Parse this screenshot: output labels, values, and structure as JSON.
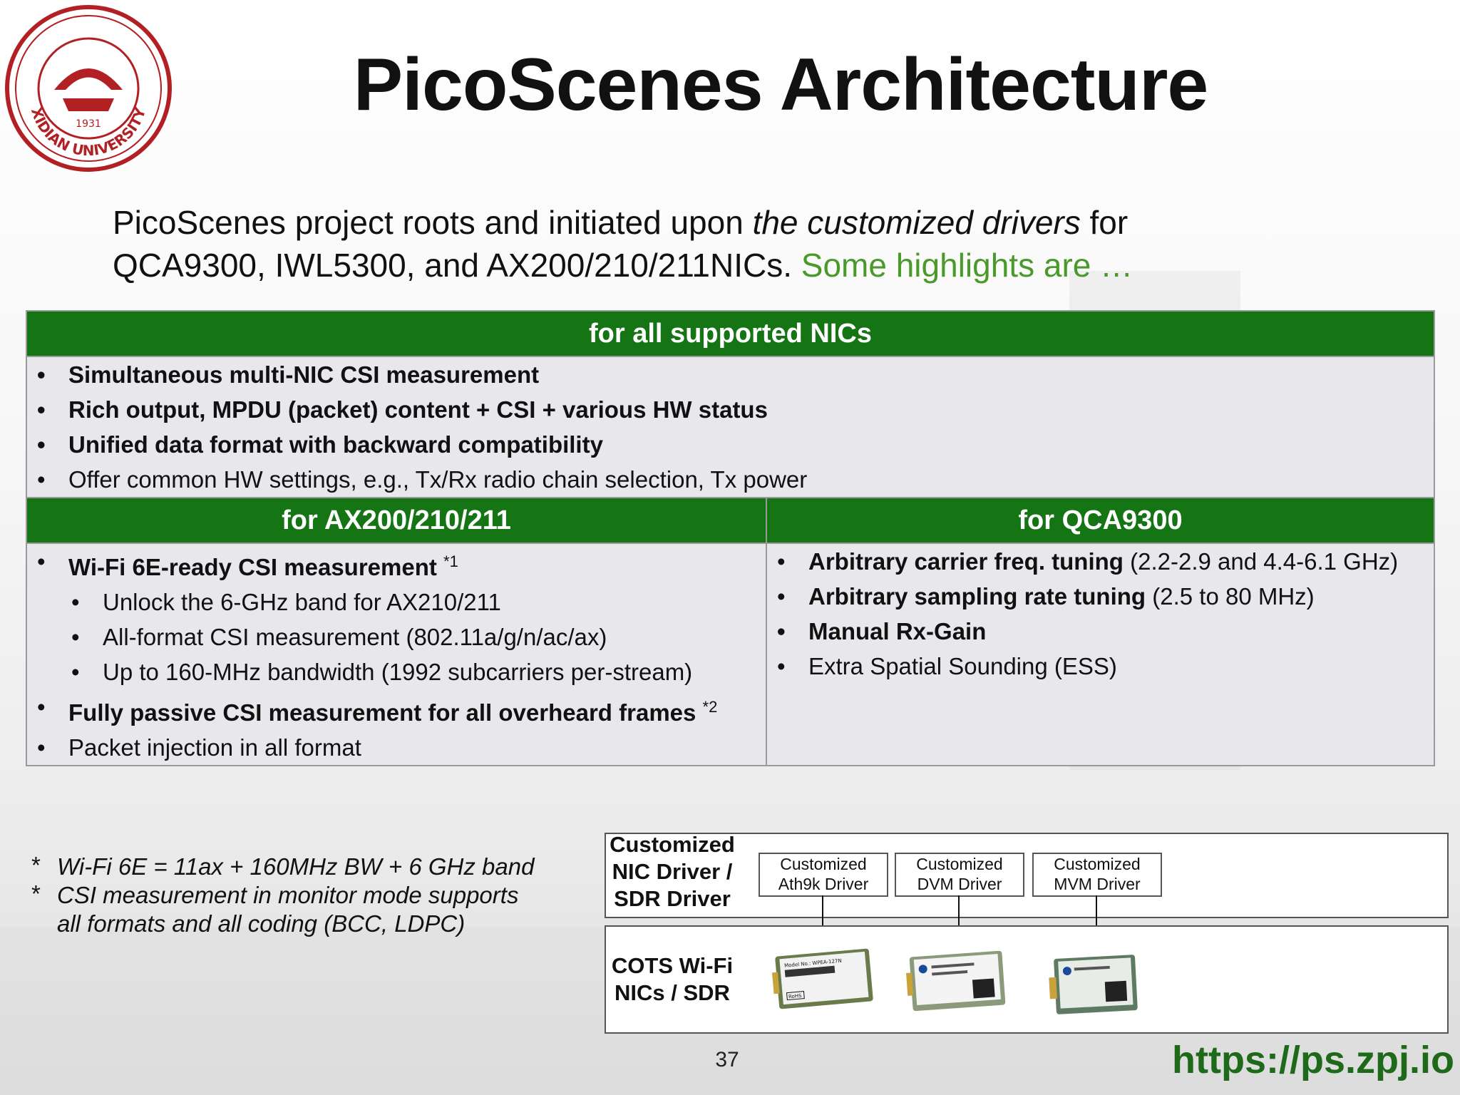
{
  "logo": {
    "text": "XIDIAN UNIVERSITY",
    "year": "1931",
    "color": "#b32024"
  },
  "title": "PicoScenes Architecture",
  "intro": {
    "part1": "PicoScenes project roots and initiated upon ",
    "italic": "the customized drivers",
    "part2": " for",
    "line2": "QCA9300, IWL5300, and AX200/210/211NICs. ",
    "highlight": "Some highlights are …"
  },
  "table": {
    "all_header": "for all supported NICs",
    "all_items": [
      {
        "text": "Simultaneous multi-NIC CSI measurement",
        "bold": true
      },
      {
        "text": "Rich output, MPDU (packet) content + CSI + various HW status",
        "bold": true
      },
      {
        "text": "Unified data format with backward compatibility",
        "bold": true
      },
      {
        "text": "Offer common HW settings, e.g., Tx/Rx radio chain selection, Tx power",
        "bold": false
      }
    ],
    "ax_header": "for AX200/210/211",
    "ax_items": {
      "i1_bold": "Wi-Fi 6E-ready CSI measurement ",
      "i1_sup": "*1",
      "sub1": "Unlock the 6-GHz band for AX210/211",
      "sub2": "All-format CSI measurement (802.11a/g/n/ac/ax)",
      "sub3": "Up to 160-MHz bandwidth (1992 subcarriers per-stream)",
      "i2_bold": "Fully passive CSI measurement for all overheard frames ",
      "i2_sup": "*2",
      "i3": "Packet injection in all format"
    },
    "qca_header": "for QCA9300",
    "qca_items": {
      "i1_bold": "Arbitrary carrier freq. tuning",
      "i1_rest": " (2.2-2.9 and 4.4-6.1 GHz)",
      "i2_bold": "Arbitrary sampling rate tuning",
      "i2_rest": " (2.5 to 80 MHz)",
      "i3_bold": "Manual Rx-Gain",
      "i4": "Extra Spatial Sounding (ESS)"
    }
  },
  "notes": {
    "ast": "*",
    "n1": "Wi-Fi 6E = 11ax + 160MHz BW + 6 GHz band",
    "n2": "CSI measurement in monitor mode supports",
    "n2b": "all formats and all coding (BCC, LDPC)"
  },
  "diagram": {
    "driver_label_1": "Customized",
    "driver_label_2": "NIC Driver /",
    "driver_label_3": "SDR Driver",
    "drivers": [
      {
        "l1": "Customized",
        "l2": "Ath9k Driver"
      },
      {
        "l1": "Customized",
        "l2": "DVM Driver"
      },
      {
        "l1": "Customized",
        "l2": "MVM Driver"
      }
    ],
    "cots_label_1": "COTS Wi-Fi",
    "cots_label_2": "NICs / SDR",
    "card1_model": "Model No.: WPEA-127N",
    "card1_rohs": "RoHS"
  },
  "page_number": "37",
  "url": "https://ps.zpj.io",
  "colors": {
    "header_green": "#157414",
    "highlight_green": "#4a9a2a",
    "url_green": "#1e6a1a"
  }
}
